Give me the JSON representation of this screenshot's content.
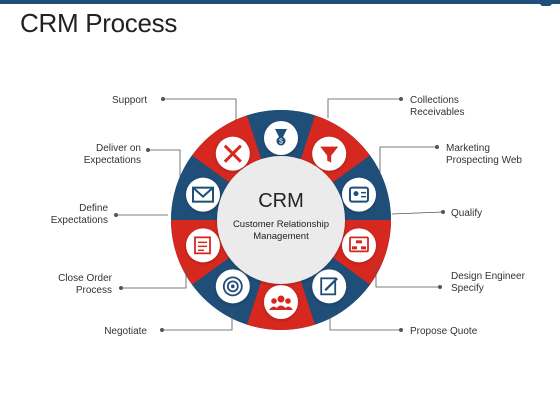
{
  "title": "CRM Process",
  "center": {
    "heading": "CRM",
    "subtitle_line1": "Customer Relationship",
    "subtitle_line2": "Management"
  },
  "colors": {
    "red": "#d6281f",
    "blue": "#1f4e79",
    "center_fill": "#ebebeb",
    "connector": "#555555"
  },
  "segments": [
    {
      "icon": "funnel-icon",
      "color": "red"
    },
    {
      "icon": "id-card-icon",
      "color": "blue"
    },
    {
      "icon": "flowchart-icon",
      "color": "red"
    },
    {
      "icon": "edit-document-icon",
      "color": "blue"
    },
    {
      "icon": "people-group-icon",
      "color": "red"
    },
    {
      "icon": "target-icon",
      "color": "blue"
    },
    {
      "icon": "checklist-icon",
      "color": "red"
    },
    {
      "icon": "envelope-icon",
      "color": "blue"
    },
    {
      "icon": "tools-icon",
      "color": "red"
    },
    {
      "icon": "money-hand-icon",
      "color": "blue"
    }
  ],
  "labels": {
    "support": "Support",
    "deliver_1": "Deliver on",
    "deliver_2": "Expectations",
    "define_1": "Define",
    "define_2": "Expectations",
    "close_1": "Close Order",
    "close_2": "Process",
    "negotiate": "Negotiate",
    "collections_1": "Collections",
    "collections_2": "Receivables",
    "marketing_1": "Marketing",
    "marketing_2": "Prospecting Web",
    "qualify": "Qualify",
    "design_1": "Design Engineer",
    "design_2": "Specify",
    "propose": "Propose Quote"
  }
}
